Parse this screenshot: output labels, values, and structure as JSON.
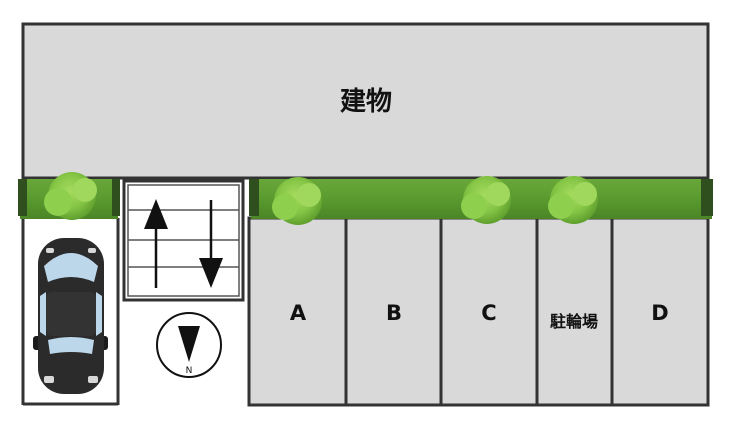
{
  "building": {
    "label": "建物"
  },
  "parking_spaces": [
    {
      "label": "A"
    },
    {
      "label": "B"
    },
    {
      "label": "C"
    },
    {
      "label": "駐輪場"
    },
    {
      "label": "D"
    }
  ],
  "compass": {
    "label": "N",
    "icon": "north-arrow-icon"
  },
  "stairs": {
    "icon": "up-down-arrows-icon"
  },
  "car": {
    "icon": "car-top-view-icon"
  },
  "colors": {
    "building_fill": "#d9d9d9",
    "lot_fill": "#d9d9d9",
    "outline": "#333333",
    "hedge_dark": "#4f8f2a",
    "hedge_light": "#7cc242",
    "car_body": "#2b2b2b",
    "car_glass": "#bcd6ea"
  }
}
